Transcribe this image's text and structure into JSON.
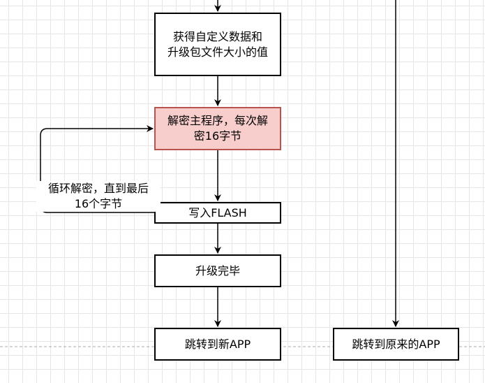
{
  "nodes": {
    "get_data": "获得自定义数据和\n升级包文件大小的值",
    "decrypt": "解密主程序，每次解\n密16字节",
    "write_flash": "写入FLASH",
    "upgrade_done": "升级完毕",
    "jump_new": "跳转到新APP",
    "jump_old": "跳转到原来的APP"
  },
  "edges": {
    "loop_label": "循环解密，直到最后\n16个字节"
  },
  "colors": {
    "highlight_fill": "#f8cecc",
    "highlight_stroke": "#b85450",
    "grid": "#e6e6e6"
  }
}
